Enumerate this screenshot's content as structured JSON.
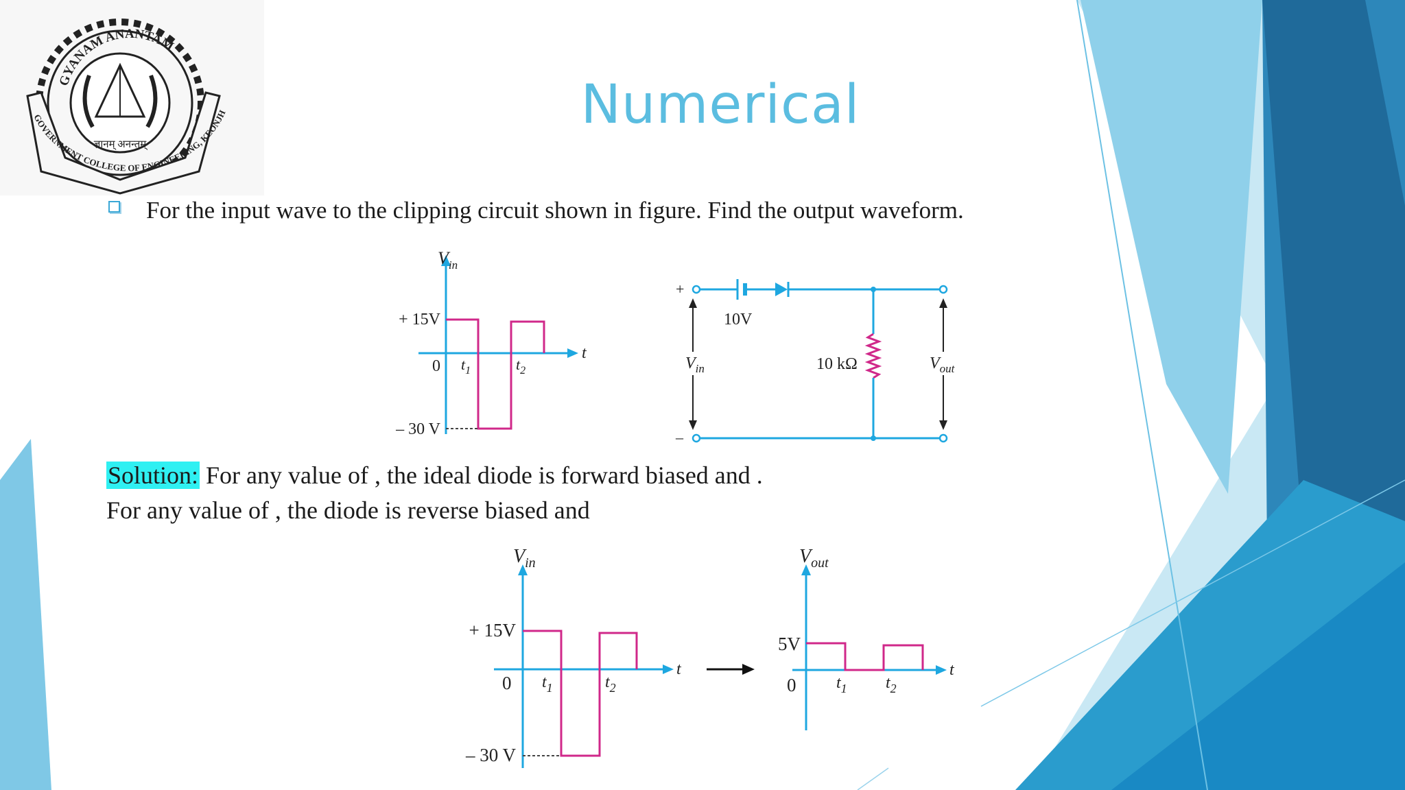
{
  "slide": {
    "title": "Numerical",
    "bullet_text": "For the input wave to the clipping circuit shown in figure. Find the output waveform.",
    "solution_label": "Solution:",
    "solution_text": " For any value of , the ideal diode is forward biased and .",
    "line2_text": "For any value of , the diode is reverse biased and"
  },
  "logo": {
    "outer_text": "GOVERNMENT COLLEGE OF ENGINEERING, KEONJHAR",
    "inner_text": "GYANAM ANANTAM",
    "hindi_text": "ज्ञानम् अनन्तम्"
  },
  "input_wave": {
    "y_axis_label": "V",
    "y_axis_sub": "in",
    "x_axis_label": "t",
    "plus_label": "+ 15V",
    "minus_label": "– 30 V",
    "zero_label": "0",
    "t1_label": "t",
    "t1_sub": "1",
    "t2_label": "t",
    "t2_sub": "2"
  },
  "circuit": {
    "battery_label": "10V",
    "resistor_label": "10 kΩ",
    "vin_label": "V",
    "vin_sub": "in",
    "vout_label": "V",
    "vout_sub": "out",
    "plus_sign": "+",
    "minus_sign": "–"
  },
  "sol_input_wave": {
    "y_axis_label": "V",
    "y_axis_sub": "in",
    "x_axis_label": "t",
    "plus_label": "+ 15V",
    "minus_label": "– 30 V",
    "zero_label": "0",
    "t1_label": "t",
    "t1_sub": "1",
    "t2_label": "t",
    "t2_sub": "2"
  },
  "sol_output_wave": {
    "y_axis_label": "V",
    "y_axis_sub": "out",
    "x_axis_label": "t",
    "level_label": "5V",
    "zero_label": "0",
    "t1_label": "t",
    "t1_sub": "1",
    "t2_label": "t",
    "t2_sub": "2"
  },
  "colors": {
    "accent": "#5bbde0",
    "axis": "#1ea7e0",
    "wave": "#d0288a",
    "highlight": "#2ff0f2"
  }
}
